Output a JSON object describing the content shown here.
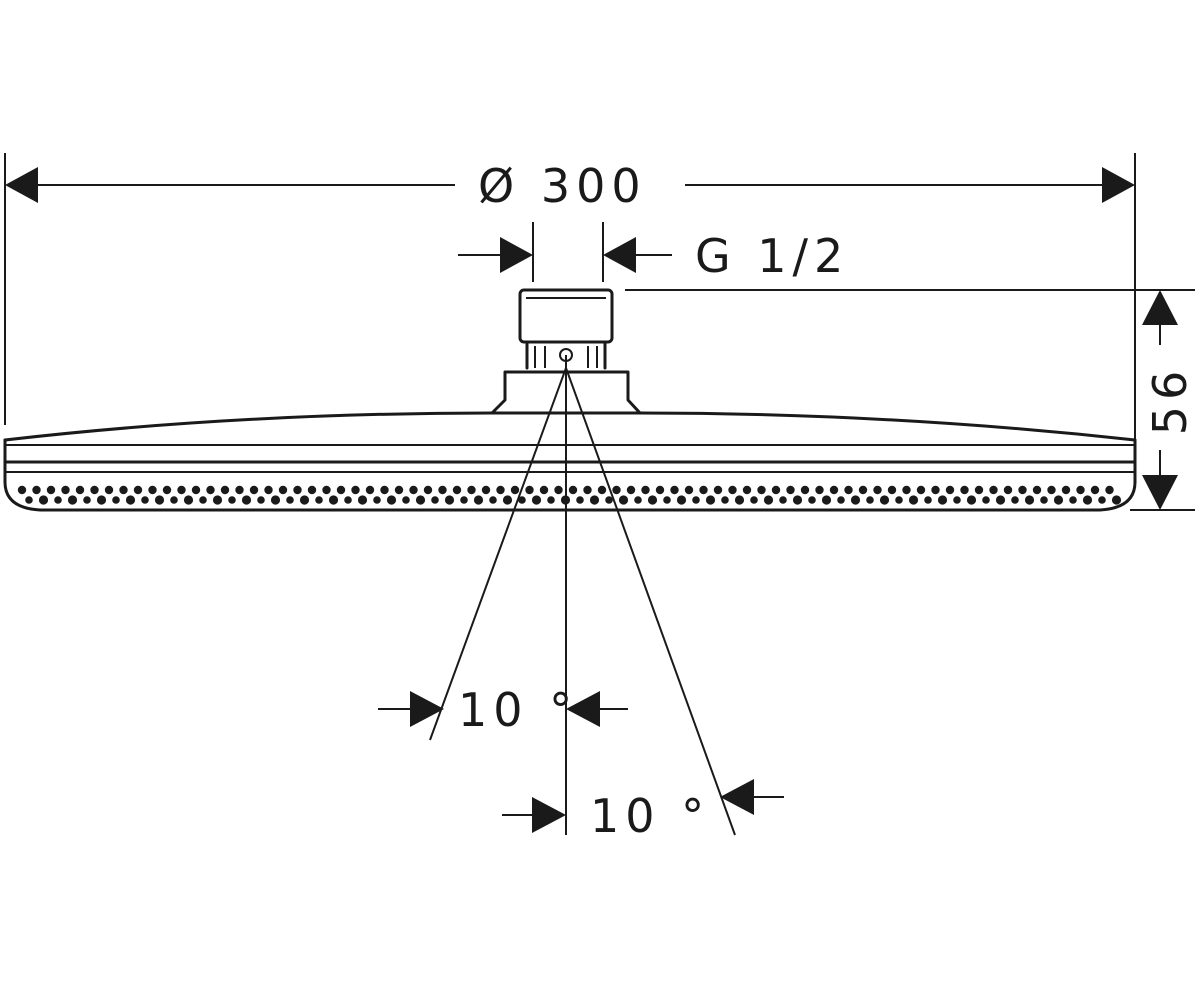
{
  "dimensions": {
    "diameter_label": "Ø 300",
    "thread_label": "G 1/2",
    "height_label": "56",
    "angle_left_label": "10 °",
    "angle_right_label": "10 °"
  },
  "colors": {
    "line": "#1a1a1a",
    "background": "#ffffff"
  }
}
